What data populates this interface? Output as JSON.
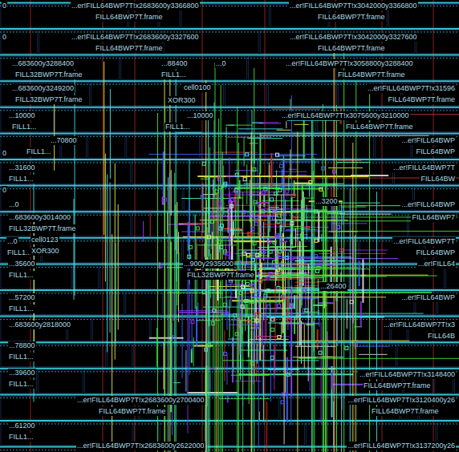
{
  "diagram": {
    "labels": [
      "...er!FILL64BWP7T!x2683600y3366800",
      "...er!FILL64BWP7T!x3042000y3366800",
      "FILL64BWP7T.frame",
      "FILL64BWP7T.frame",
      "...er!FILL64BWP7T!x2683600y3327600",
      "...er!FILL64BWP7T!x3042000y3327600",
      "FILL64BWP7T.frame",
      "FILL64BWP7T.frame",
      "0",
      "0",
      "0",
      "0",
      "...683600y3288400",
      "...88400",
      "...0",
      "...er!FILL64BWP7T!x3058800y3288400",
      "FILL32BWP7T.frame",
      "FILL1...",
      "FILL64BWP7T.frame",
      "...683600y3249200",
      "cell0100",
      "...er!FILL64BWP7T!x31596",
      "FILL32BWP7T.frame",
      "XOR300",
      "FILL64BWP7T.frame",
      "...10000",
      "...10000",
      "...er!FILL64BWP7T!x3075600y3210000",
      "FILL1...",
      "FILL1...",
      "FILL64BWP7T.frame",
      "...70800",
      "...er!FILL64BWP",
      "FILL1...",
      "FILL64BWP",
      "...31600",
      "...er!FILL64BWP7T",
      "FILL1...",
      "FILL64BW",
      "...0",
      "...3200",
      "...er!FILL64BWP",
      "...683600y3014000",
      "FILL64BWP7",
      "FILL32BWP7T.frame",
      "...0",
      "cell0123",
      "...er!FILL64BWP7T",
      "FILL1...",
      "XOR300",
      "FILL64BWP",
      "...35600",
      "...900y2935600",
      "...er!FILL64",
      "FILL1...",
      "FILL32BWP7T.frame",
      "...26400",
      "...57200",
      "...er!FILL64BWP",
      "FILL1...",
      "...683600y2818000",
      "...er!FILL64BWP7T!x3",
      "FILL64B",
      "...78800",
      "FILL1...",
      "...39600",
      "...er!FILL64BWP7T!x3148400",
      "FILL1...",
      "FILL64BWP7T.frame",
      "...er!FILL64BWP7T!x2683600y2700400",
      "...er!FILL64BWP7T!x3120400y26",
      "FILL64BWP7T.frame",
      "FILL64BWP7T.frame",
      "...61200",
      "FILL1...",
      "...er!FILL64BWP7T!x2683600y2622000",
      "...er!FILL64BWP7T!x3137200y26"
    ]
  }
}
